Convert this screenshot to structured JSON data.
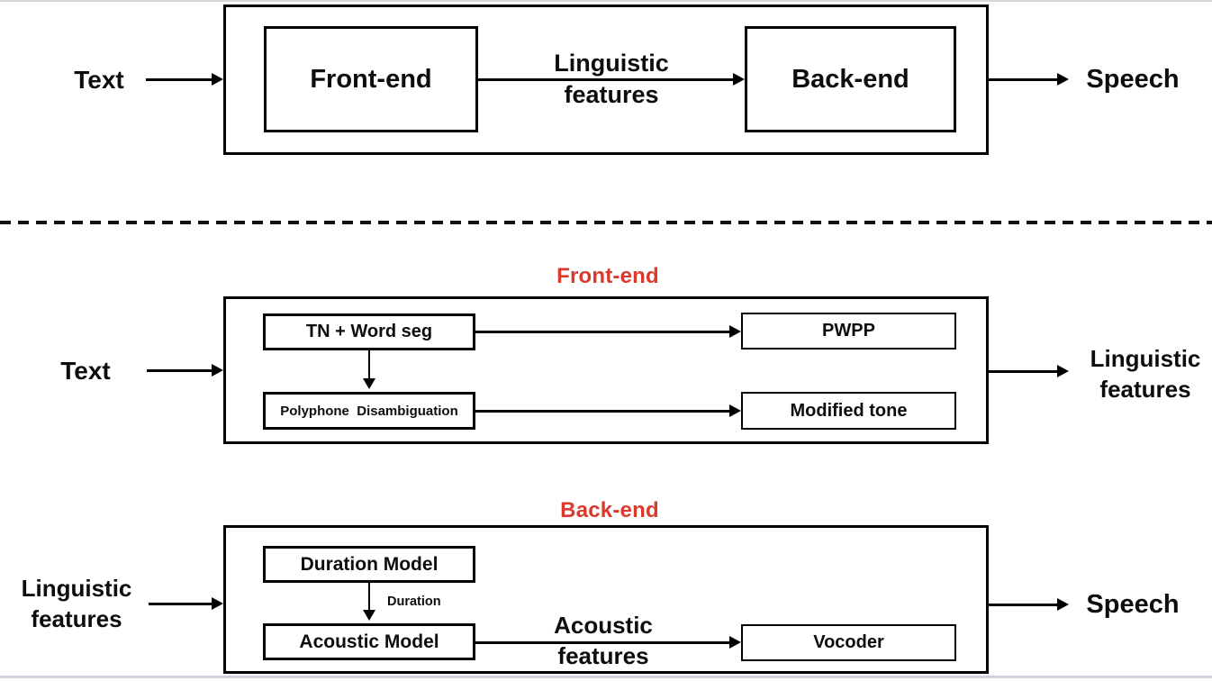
{
  "colors": {
    "accent_red": "#d93a2b",
    "line_black": "#000000",
    "frame_top_gray": "#d6d6d6",
    "frame_bottom_gray": "#cdd3da"
  },
  "overview": {
    "input_label": "Text",
    "frontend_box": "Front-end",
    "connector_lines": [
      "Linguistic",
      "features"
    ],
    "backend_box": "Back-end",
    "output_label": "Speech"
  },
  "frontend_detail": {
    "title": "Front-end",
    "input_label": "Text",
    "tn_wordseg": "TN + Word seg",
    "pwpp": "PWPP",
    "polyphone": "Polyphone  Disambiguation",
    "modified_tone": "Modified tone",
    "output_lines": [
      "Linguistic",
      "features"
    ]
  },
  "backend_detail": {
    "title": "Back-end",
    "input_lines": [
      "Linguistic",
      "features"
    ],
    "duration_model": "Duration Model",
    "duration_label": "Duration",
    "acoustic_model": "Acoustic Model",
    "connector_lines": [
      "Acoustic",
      "features"
    ],
    "vocoder": "Vocoder",
    "output_label": "Speech"
  }
}
